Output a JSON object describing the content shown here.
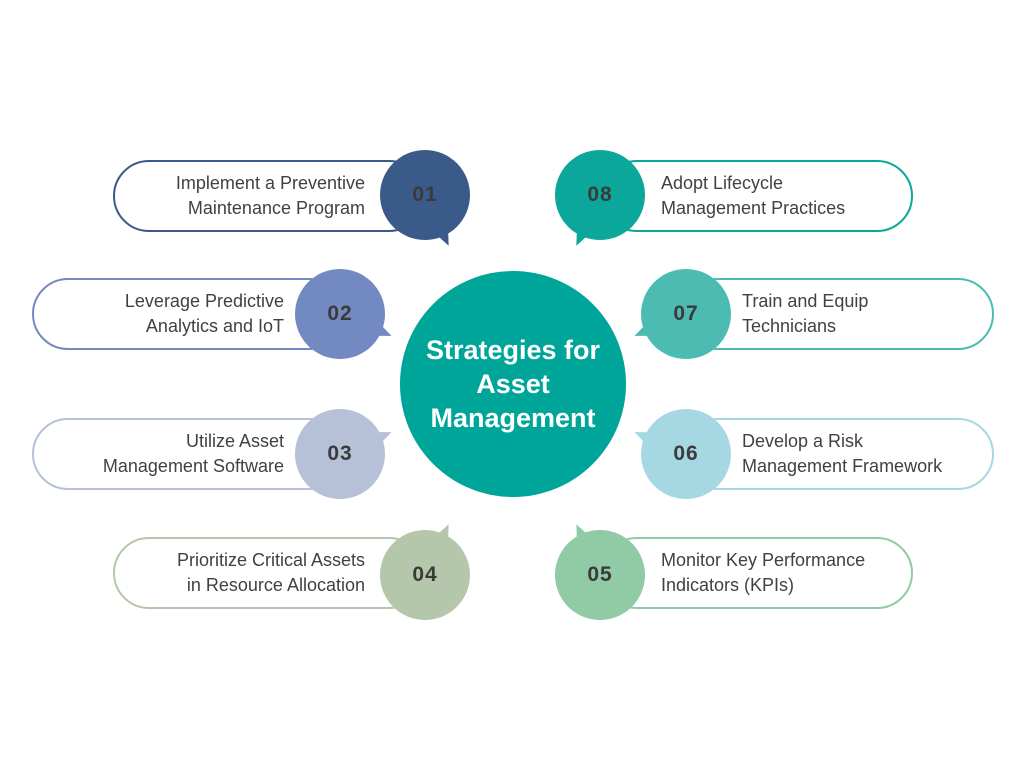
{
  "title": "Strategies for Asset Management",
  "theme": {
    "background": "#ffffff",
    "pill_text_color": "#414141",
    "number_color": "#3a3a3a",
    "center_text_color": "#ffffff"
  },
  "center": {
    "label": "Strategies for Asset Management",
    "lines": [
      "Strategies for",
      "Asset",
      "Management"
    ],
    "color": "#00a59a"
  },
  "items": [
    {
      "number": "01",
      "label": "Implement a Preventive Maintenance Program",
      "lines": [
        "Implement a Preventive",
        "Maintenance Program"
      ],
      "color": "#3a5a89",
      "side": "left"
    },
    {
      "number": "02",
      "label": "Leverage Predictive Analytics and IoT",
      "lines": [
        "Leverage Predictive",
        "Analytics and IoT"
      ],
      "color": "#7289c2",
      "side": "left"
    },
    {
      "number": "03",
      "label": "Utilize Asset Management Software",
      "lines": [
        "Utilize Asset",
        "Management Software"
      ],
      "color": "#b6c0d7",
      "side": "left"
    },
    {
      "number": "04",
      "label": "Prioritize Critical Assets in Resource Allocation",
      "lines": [
        "Prioritize Critical Assets",
        "in Resource Allocation"
      ],
      "color": "#b4c7ab",
      "side": "left"
    },
    {
      "number": "05",
      "label": "Monitor Key Performance Indicators (KPIs)",
      "lines": [
        "Monitor Key Performance",
        "Indicators (KPIs)"
      ],
      "color": "#90cba6",
      "side": "right"
    },
    {
      "number": "06",
      "label": "Develop a Risk Management Framework",
      "lines": [
        "Develop a Risk",
        "Management Framework"
      ],
      "color": "#a6d8e4",
      "side": "right"
    },
    {
      "number": "07",
      "label": "Train and Equip Technicians",
      "lines": [
        "Train and Equip",
        "Technicians"
      ],
      "color": "#4cbcb2",
      "side": "right"
    },
    {
      "number": "08",
      "label": "Adopt Lifecycle Management Practices",
      "lines": [
        "Adopt Lifecycle",
        "Management Practices"
      ],
      "color": "#0aa79a",
      "side": "right"
    }
  ]
}
